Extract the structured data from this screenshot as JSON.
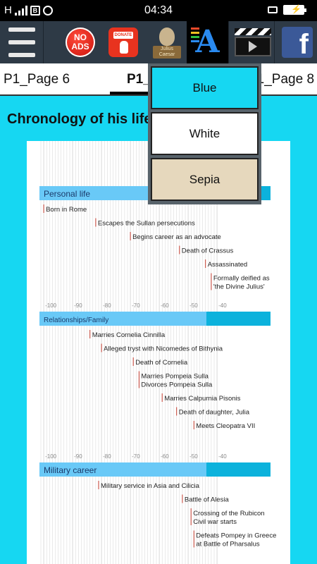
{
  "status_bar": {
    "carrier": "H",
    "time": "04:34",
    "sim_badge": "B"
  },
  "toolbar": {
    "no_ads_line1": "NO",
    "no_ads_line2": "ADS",
    "donate_label": "DONATE",
    "bust_plate_line1": "Julius",
    "bust_plate_line2": "Caesar",
    "facebook_letter": "f",
    "colors": {
      "background": "#2e3a46",
      "font_button_bg": "#000000",
      "font_letter": "#2a8af0",
      "facebook": "#3b5998",
      "no_ads": "#d8160d"
    }
  },
  "tabs": [
    {
      "label": "P1_Page 6",
      "active": false
    },
    {
      "label": "P1_Page 7",
      "active": true
    },
    {
      "label": "P1_Page 8",
      "active": false
    }
  ],
  "heading": "Chronology of his life",
  "chart_data": {
    "type": "timeline",
    "x_ticks": [
      "-100",
      "-90",
      "-80",
      "-70",
      "-60",
      "-50",
      "-40"
    ],
    "sections": [
      {
        "title": "Personal life",
        "events": [
          {
            "year": -100,
            "label": [
              "Born in Rome"
            ]
          },
          {
            "year": -82,
            "label": [
              "Escapes the Sullan persecutions"
            ]
          },
          {
            "year": -70,
            "label": [
              "Begins career as an advocate"
            ]
          },
          {
            "year": -53,
            "label": [
              "Death of Crassus"
            ]
          },
          {
            "year": -44,
            "label": [
              "Assassinated"
            ]
          },
          {
            "year": -42,
            "label": [
              "Formally deified as",
              "'the Divine Julius'"
            ]
          }
        ]
      },
      {
        "title": "Relationships/Family",
        "events": [
          {
            "year": -84,
            "label": [
              "Marries Cornelia Cinnilla"
            ]
          },
          {
            "year": -80,
            "label": [
              "Alleged tryst with Nicomedes of Bithynia"
            ]
          },
          {
            "year": -69,
            "label": [
              "Death of Cornelia"
            ]
          },
          {
            "year": -67,
            "label": [
              "Marries Pompeia Sulla",
              "Divorces Pompeia Sulla"
            ]
          },
          {
            "year": -59,
            "label": [
              "Marries Calpurnia Pisonis"
            ]
          },
          {
            "year": -54,
            "label": [
              "Death of daughter, Julia"
            ]
          },
          {
            "year": -48,
            "label": [
              "Meets Cleopatra VII"
            ]
          }
        ]
      },
      {
        "title": "Military career",
        "events": [
          {
            "year": -81,
            "label": [
              "Military service in Asia and Cilicia"
            ]
          },
          {
            "year": -52,
            "label": [
              "Battle of Alesia"
            ]
          },
          {
            "year": -49,
            "label": [
              "Crossing of the Rubicon",
              "Civil war starts"
            ]
          },
          {
            "year": -48,
            "label": [
              "Defeats Pompey in Greece",
              "at Battle of Pharsalus"
            ]
          }
        ]
      }
    ],
    "colors": {
      "band_light": "#69c9f7",
      "band_dark": "#0cb2dc",
      "grid": "#d6d6d6",
      "event_mark": "#c0392b"
    }
  },
  "dropdown": {
    "options": [
      {
        "label": "Blue",
        "color": "#16d7f2"
      },
      {
        "label": "White",
        "color": "#ffffff"
      },
      {
        "label": "Sepia",
        "color": "#e6d8bd"
      }
    ]
  }
}
